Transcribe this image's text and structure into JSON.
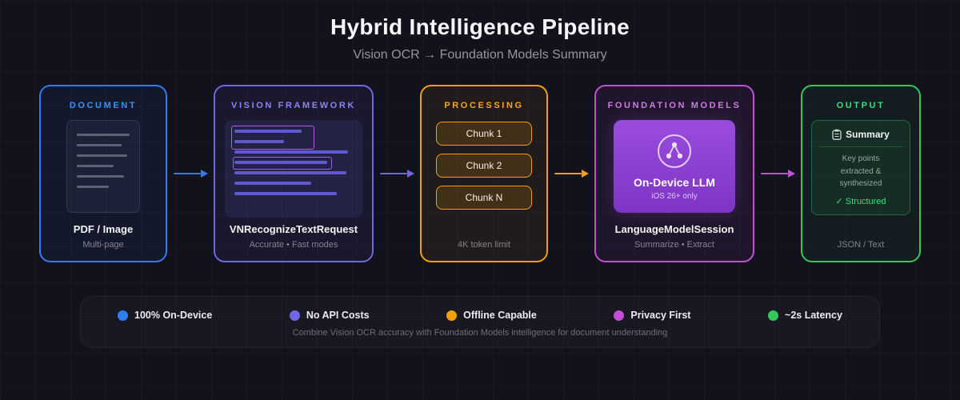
{
  "header": {
    "title": "Hybrid Intelligence Pipeline",
    "subtitle": "Vision OCR → Foundation Models Summary"
  },
  "pipeline": {
    "document": {
      "label": "DOCUMENT",
      "title": "PDF / Image",
      "subtitle": "Multi-page",
      "accent": "#2e7cf6"
    },
    "vision": {
      "label": "VISION FRAMEWORK",
      "title": "VNRecognizeTextRequest",
      "subtitle": "Accurate • Fast modes",
      "accent": "#6f66e8"
    },
    "processing": {
      "label": "PROCESSING",
      "chunks": [
        "Chunk 1",
        "Chunk 2",
        "Chunk N"
      ],
      "subtitle": "4K token limit",
      "accent": "#f59e0b"
    },
    "foundation": {
      "label": "FOUNDATION MODELS",
      "chip_title": "On-Device LLM",
      "chip_subtitle": "iOS 26+ only",
      "title": "LanguageModelSession",
      "subtitle": "Summarize • Extract",
      "accent": "#c44fd6"
    },
    "output": {
      "label": "OUTPUT",
      "panel_title": "Summary",
      "panel_lines": [
        "Key points",
        "extracted &",
        "synthesized"
      ],
      "panel_status": "✓ Structured",
      "subtitle": "JSON / Text",
      "accent": "#35c759"
    }
  },
  "legend": {
    "items": [
      {
        "label": "100% On-Device",
        "color": "#2e7cf6"
      },
      {
        "label": "No API Costs",
        "color": "#6f66e8"
      },
      {
        "label": "Offline Capable",
        "color": "#f59e0b"
      },
      {
        "label": "Privacy First",
        "color": "#c44fd6"
      },
      {
        "label": "~2s Latency",
        "color": "#35c759"
      }
    ],
    "caption": "Combine Vision OCR accuracy with Foundation Models intelligence for document understanding"
  }
}
